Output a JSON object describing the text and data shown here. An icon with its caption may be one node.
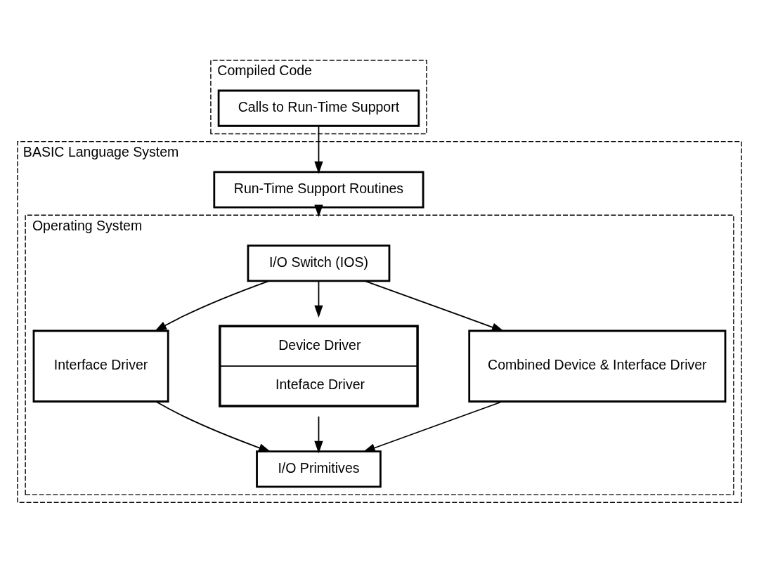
{
  "diagram": {
    "nodes": [
      {
        "text": [
          "Compiled Code"
        ]
      },
      {
        "text": [
          "Calls to Run-Time Support"
        ],
        "in": 0
      },
      {
        "text": [
          "BASIC Language System"
        ]
      },
      {
        "text": [
          "Run-Time Support Routines"
        ],
        "in": 2
      },
      {
        "text": [
          "Operating System"
        ],
        "in": 2
      },
      {
        "text": [
          "I/O Switch (IOS)"
        ],
        "in": 4
      },
      {
        "text": [
          "Interface Driver"
        ],
        "in": 4
      },
      {
        "text": [
          "Device Driver",
          "Inteface Driver"
        ],
        "in": 4
      },
      {
        "text": [
          "Combined Device & Interface Driver"
        ],
        "in": 4
      },
      {
        "text": [
          "I/O Primitives"
        ],
        "in": 4
      }
    ],
    "edges": [
      {
        "from": 1,
        "to": 3,
        "arrow": "to"
      },
      {
        "from": 3,
        "to": 4,
        "arrow": "to"
      },
      {
        "from": 5,
        "to": 6,
        "arrow": "to"
      },
      {
        "from": 5,
        "to": 7,
        "arrow": "to"
      },
      {
        "from": 5,
        "to": 8,
        "arrow": "to"
      },
      {
        "from": 6,
        "to": 9,
        "arrow": "to"
      },
      {
        "from": 7,
        "to": 9,
        "arrow": "to"
      },
      {
        "from": 8,
        "to": 9,
        "arrow": "to"
      }
    ]
  }
}
